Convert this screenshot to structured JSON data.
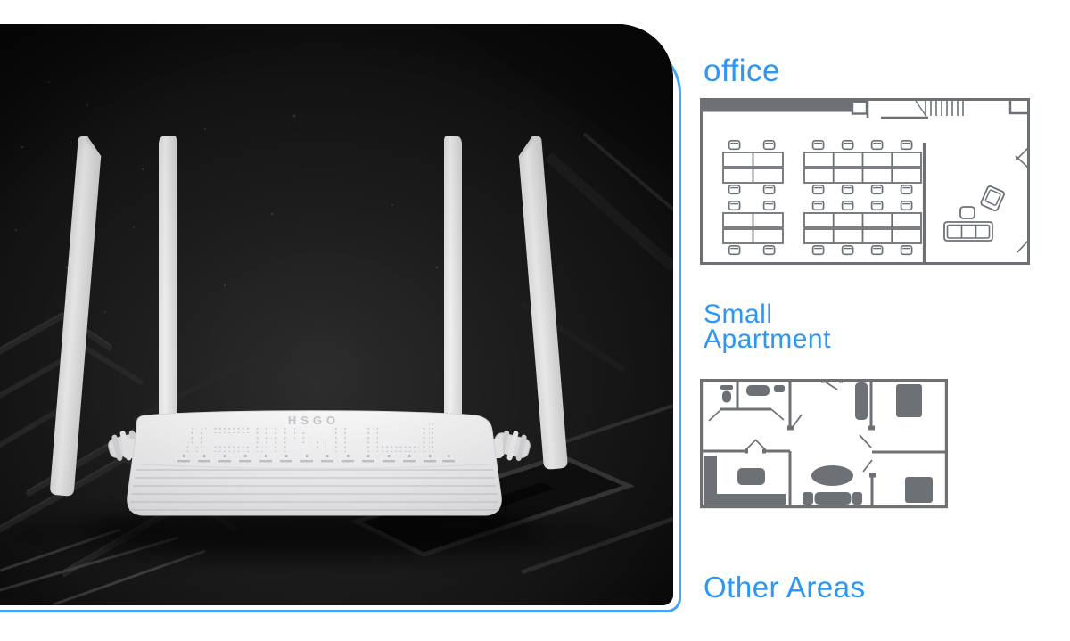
{
  "colors": {
    "accent_blue": "#2e97f1",
    "frame_blue": "#48a4f4",
    "plan_gray": "#6d7176",
    "photo_background": "#141414",
    "router_white": "#f7f7f8"
  },
  "photo": {
    "description": "white wireless router with four antennas standing on a dark angular textured surface",
    "router_logo": "HSGO",
    "led_indicator_count": 14
  },
  "sections": {
    "office": {
      "label": "office"
    },
    "small_apartment": {
      "label_line1": "Small",
      "label_line2": "Apartment"
    },
    "other_areas": {
      "label": "Other Areas"
    }
  }
}
